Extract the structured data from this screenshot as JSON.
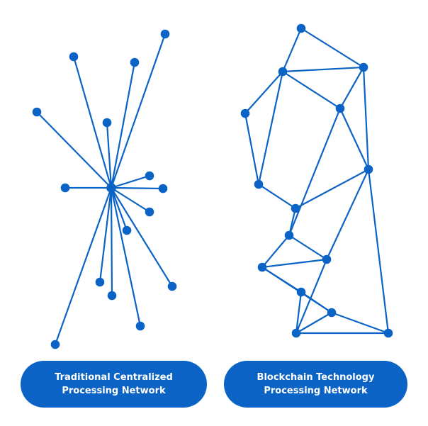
{
  "colors": {
    "primary": "#0b63c5",
    "background": "#ffffff",
    "label_text": "#ffffff"
  },
  "centralized": {
    "label_line1": "Traditional Centralized",
    "label_line2": "Processing Network",
    "hub": "hub",
    "nodes": [
      "n1",
      "n2",
      "n3",
      "n4",
      "n5",
      "n6",
      "n7",
      "n8",
      "n9",
      "n10",
      "n11",
      "n12",
      "n13",
      "n14",
      "n15"
    ],
    "edges": [
      [
        "hub",
        "n1"
      ],
      [
        "hub",
        "n2"
      ],
      [
        "hub",
        "n3"
      ],
      [
        "hub",
        "n4"
      ],
      [
        "hub",
        "n5"
      ],
      [
        "hub",
        "n6"
      ],
      [
        "hub",
        "n7"
      ],
      [
        "hub",
        "n8"
      ],
      [
        "hub",
        "n9"
      ],
      [
        "hub",
        "n10"
      ],
      [
        "hub",
        "n11"
      ],
      [
        "hub",
        "n12"
      ],
      [
        "hub",
        "n13"
      ],
      [
        "hub",
        "n14"
      ],
      [
        "hub",
        "n15"
      ]
    ]
  },
  "blockchain": {
    "label_line1": "Blockchain Technology",
    "label_line2": "Processing Network",
    "nodes": [
      "b1",
      "b2",
      "b3",
      "b4",
      "b5",
      "b6",
      "b7",
      "b8",
      "b9",
      "b10",
      "b11",
      "b12",
      "b13",
      "b14",
      "b15"
    ],
    "edges": [
      [
        "b1",
        "b2"
      ],
      [
        "b1",
        "b3"
      ],
      [
        "b2",
        "b3"
      ],
      [
        "b2",
        "b4"
      ],
      [
        "b2",
        "b5"
      ],
      [
        "b2",
        "b6"
      ],
      [
        "b3",
        "b5"
      ],
      [
        "b3",
        "b7"
      ],
      [
        "b4",
        "b6"
      ],
      [
        "b5",
        "b7"
      ],
      [
        "b5",
        "b9"
      ],
      [
        "b7",
        "b8"
      ],
      [
        "b7",
        "b10"
      ],
      [
        "b6",
        "b8"
      ],
      [
        "b8",
        "b9"
      ],
      [
        "b9",
        "b10"
      ],
      [
        "b9",
        "b11"
      ],
      [
        "b10",
        "b11"
      ],
      [
        "b11",
        "b12"
      ],
      [
        "b11",
        "b13"
      ],
      [
        "b10",
        "b14"
      ],
      [
        "b12",
        "b13"
      ],
      [
        "b12",
        "b14"
      ],
      [
        "b13",
        "b14"
      ],
      [
        "b13",
        "b15"
      ],
      [
        "b14",
        "b15"
      ],
      [
        "b7",
        "b15"
      ]
    ]
  }
}
